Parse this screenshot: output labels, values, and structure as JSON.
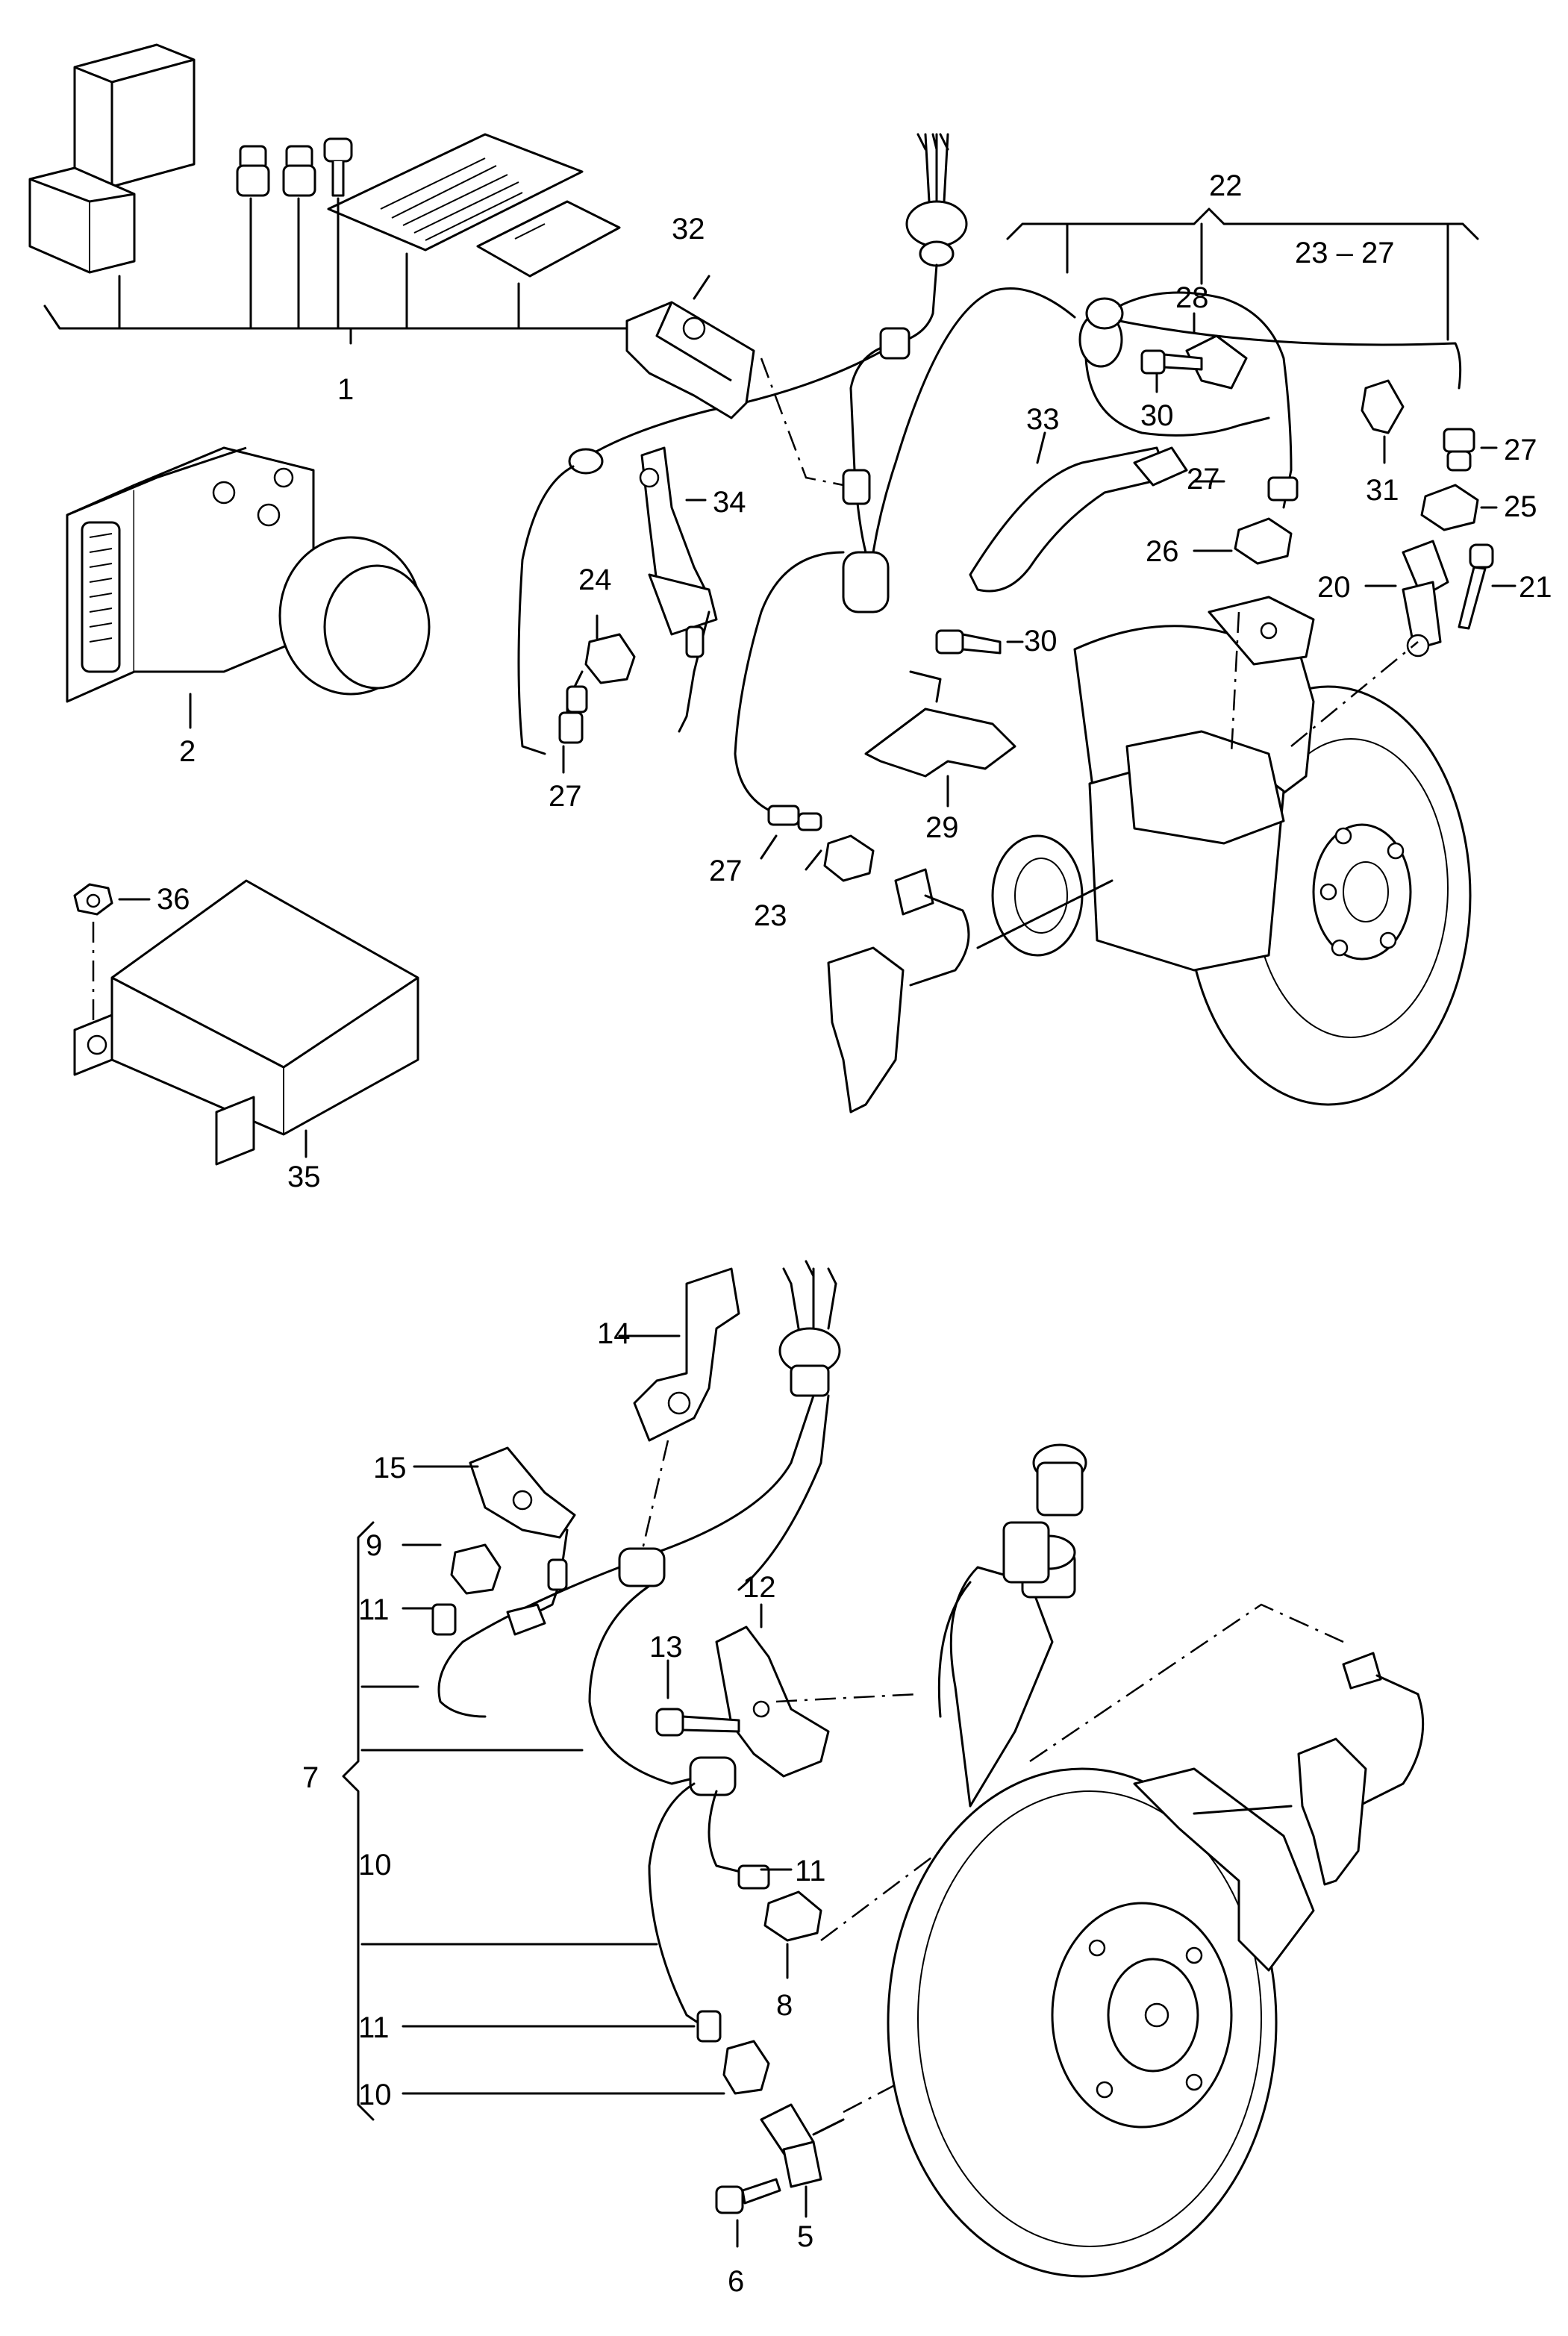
{
  "callouts": {
    "c1": "1",
    "c2": "2",
    "c5": "5",
    "c6": "6",
    "c7": "7",
    "c8": "8",
    "c9": "9",
    "c10a": "10",
    "c10b": "10",
    "c11a": "11",
    "c11b": "11",
    "c11c": "11",
    "c12": "12",
    "c13": "13",
    "c14": "14",
    "c15": "15",
    "c20": "20",
    "c21": "21",
    "c22": "22",
    "c23_27": "23 – 27",
    "c23": "23",
    "c24": "24",
    "c25": "25",
    "c26": "26",
    "c27a": "27",
    "c27b": "27",
    "c27c": "27",
    "c27d": "27",
    "c28": "28",
    "c29": "29",
    "c30a": "30",
    "c30b": "30",
    "c31": "31",
    "c32": "32",
    "c33": "33",
    "c34": "34",
    "c35": "35",
    "c36": "36"
  }
}
